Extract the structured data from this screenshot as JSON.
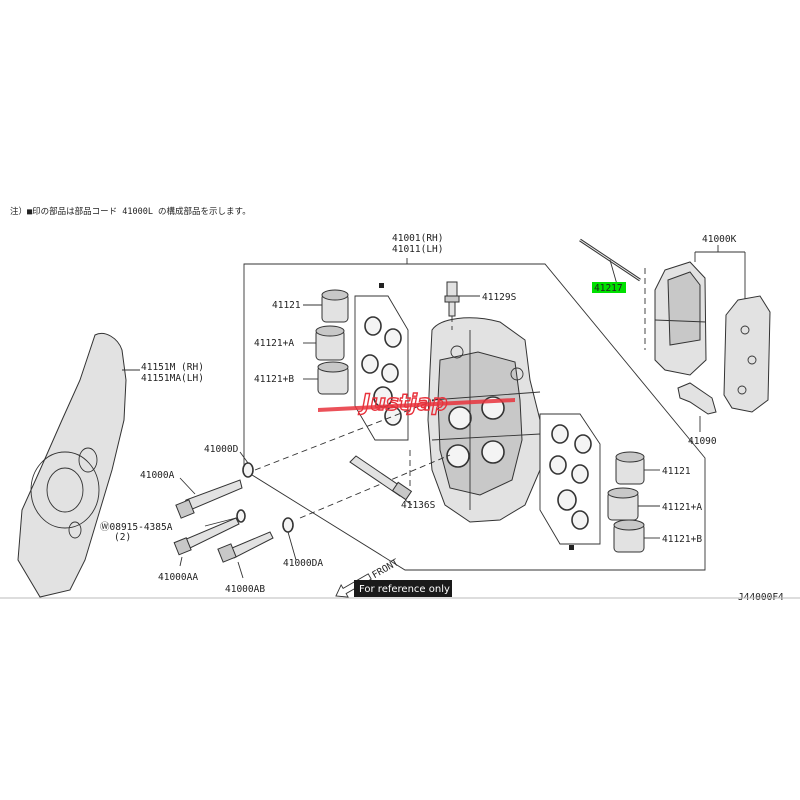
{
  "note_jp": "注）■印の部品は部品コード 41000L の構成部品を示します。",
  "labels": {
    "caliper_rh": "41001(RH)",
    "caliper_lh": "41011(LH)",
    "bleeder": "41129S",
    "pad_pin": "41217",
    "pad_kit": "41000K",
    "pad_clip": "41090",
    "piston": "41121",
    "piston_a": "41121+A",
    "piston_b": "41121+B",
    "piston_r": "41121",
    "piston_a_r": "41121+A",
    "piston_b_r": "41121+B",
    "dust_shield_rh": "41151M (RH)",
    "dust_shield_lh": "41151MA(LH)",
    "washer_d": "41000D",
    "bolt_a": "41000A",
    "washer_spec": "Ⓦ08915-4385A",
    "washer_qty": "(2)",
    "bolt_aa": "41000AA",
    "bolt_ab": "41000AB",
    "washer_da": "41000DA",
    "pin_s": "41136S",
    "front": "FRONT",
    "diagram_code": "J44000F4"
  },
  "overlay": {
    "reference": "For reference only",
    "watermark": "Justjap"
  },
  "colors": {
    "highlight": "#00e000",
    "watermark": "#e8323c",
    "reference_bg": "#1a1a1a"
  }
}
